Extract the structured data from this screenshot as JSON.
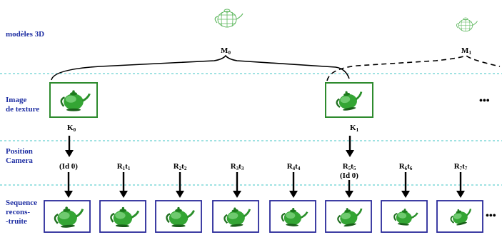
{
  "row_labels": {
    "models": "modèles 3D",
    "texture_1": "Image",
    "texture_2": "de texture",
    "position_1": "Position",
    "position_2": "Camera",
    "sequence_1": "Sequence",
    "sequence_2": "recons-",
    "sequence_3": "-truite"
  },
  "models": [
    {
      "main": "M",
      "sub": "0"
    },
    {
      "main": "M",
      "sub": "1"
    }
  ],
  "keyframes": [
    {
      "main": "K",
      "sub": "0"
    },
    {
      "main": "K",
      "sub": "1"
    }
  ],
  "camera_positions": [
    {
      "main": "(Id 0)",
      "r_sub": "",
      "t_sub": "",
      "extra": ""
    },
    {
      "main": "R",
      "r_sub": "1",
      "t_sub": "1",
      "extra": ""
    },
    {
      "main": "R",
      "r_sub": "2",
      "t_sub": "2",
      "extra": ""
    },
    {
      "main": "R",
      "r_sub": "3",
      "t_sub": "3",
      "extra": ""
    },
    {
      "main": "R",
      "r_sub": "4",
      "t_sub": "4",
      "extra": ""
    },
    {
      "main": "R",
      "r_sub": "5",
      "t_sub": "5",
      "extra": "(Id 0)"
    },
    {
      "main": "R",
      "r_sub": "6",
      "t_sub": "6",
      "extra": ""
    },
    {
      "main": "R",
      "r_sub": "7",
      "t_sub": "7",
      "extra": ""
    }
  ],
  "ellipsis": "•••",
  "colors": {
    "label_blue": "#1f2fa3",
    "frame_green": "#2e8b2e",
    "frame_blue": "#2a2a9a",
    "separator_cyan": "#3fc6c6",
    "teapot_green": "#2fa52f"
  }
}
